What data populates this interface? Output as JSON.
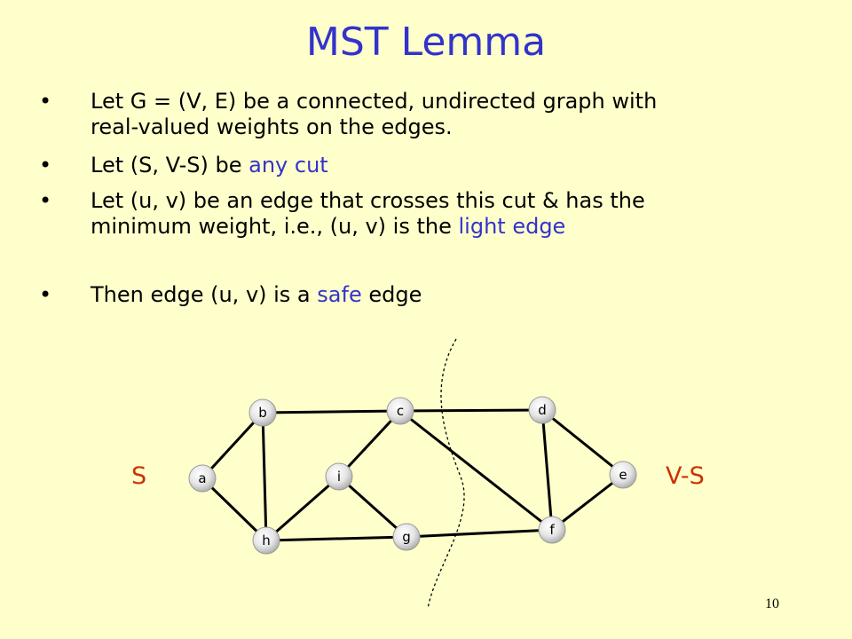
{
  "slide": {
    "title": "MST Lemma",
    "bullets": [
      {
        "line1": "Let G = (V, E) be a connected, undirected graph with",
        "line2": "real-valued weights on the edges."
      },
      {
        "pre": "Let (S, V-S) be ",
        "highlight": "any cut"
      },
      {
        "line1": "Let (u, v) be an edge that crosses this cut & has the",
        "line2_pre": "minimum weight, i.e., (u, v) is the ",
        "highlight": "light edge"
      },
      {
        "pre": "Then edge (u, v) is a ",
        "highlight": "safe",
        "post": " edge"
      }
    ],
    "bullet_symbol": "•",
    "page_number": "10"
  },
  "graph": {
    "set_labels": {
      "left": "S",
      "right": "V-S"
    },
    "nodes": [
      "a",
      "b",
      "c",
      "d",
      "e",
      "f",
      "g",
      "h",
      "i"
    ],
    "edges": [
      [
        "a",
        "b"
      ],
      [
        "a",
        "h"
      ],
      [
        "b",
        "h"
      ],
      [
        "b",
        "c"
      ],
      [
        "c",
        "i"
      ],
      [
        "c",
        "d"
      ],
      [
        "c",
        "f"
      ],
      [
        "i",
        "h"
      ],
      [
        "i",
        "g"
      ],
      [
        "h",
        "g"
      ],
      [
        "g",
        "f"
      ],
      [
        "d",
        "f"
      ],
      [
        "d",
        "e"
      ],
      [
        "e",
        "f"
      ]
    ]
  },
  "colors": {
    "background": "#ffffcc",
    "accent": "#3333cc",
    "set_label": "#cc3300",
    "node_fill": "#c0c0c0"
  }
}
